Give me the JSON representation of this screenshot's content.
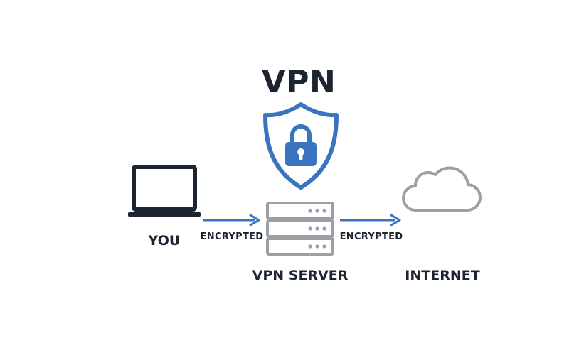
{
  "title": "VPN",
  "nodes": {
    "you": {
      "label": "YOU",
      "icon": "laptop-icon"
    },
    "vpn_server": {
      "label": "VPN SERVER",
      "icon": "server-icon"
    },
    "internet": {
      "label": "INTERNET",
      "icon": "cloud-icon"
    }
  },
  "shield": {
    "icon": "shield-lock-icon"
  },
  "edges": [
    {
      "from": "you",
      "to": "vpn_server",
      "label": "ENCRYPTED"
    },
    {
      "from": "vpn_server",
      "to": "internet",
      "label": "ENCRYPTED"
    }
  ],
  "colors": {
    "accent": "#3a73c0",
    "dark": "#1c2430",
    "gray": "#9aa0a6"
  }
}
